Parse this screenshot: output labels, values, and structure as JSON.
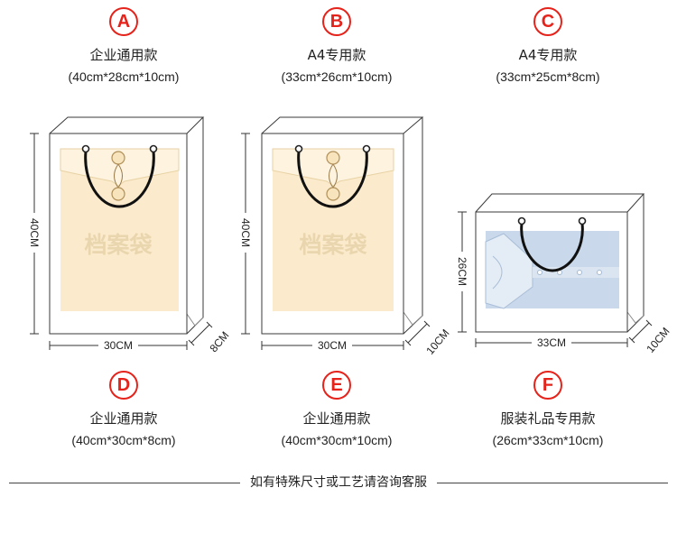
{
  "specs_top": [
    {
      "letter": "A",
      "name": "企业通用款",
      "size": "(40cm*28cm*10cm)"
    },
    {
      "letter": "B",
      "name": "A4专用款",
      "size": "(33cm*26cm*10cm)"
    },
    {
      "letter": "C",
      "name": "A4专用款",
      "size": "(33cm*25cm*8cm)"
    }
  ],
  "bags": [
    {
      "print_text": "档案袋",
      "height_label": "40CM",
      "width_label": "30CM",
      "depth_label": "8CM"
    },
    {
      "print_text": "档案袋",
      "height_label": "40CM",
      "width_label": "30CM",
      "depth_label": "10CM"
    },
    {
      "height_label": "26CM",
      "width_label": "33CM",
      "depth_label": "10CM"
    }
  ],
  "specs_bottom": [
    {
      "letter": "D",
      "name": "企业通用款",
      "size": "(40cm*30cm*8cm)"
    },
    {
      "letter": "E",
      "name": "企业通用款",
      "size": "(40cm*30cm*10cm)"
    },
    {
      "letter": "F",
      "name": "服装礼品专用款",
      "size": "(26cm*33cm*10cm)"
    }
  ],
  "footer_note": "如有特殊尺寸或工艺请咨询客服",
  "colors": {
    "accent": "#e5231b",
    "text": "#222222",
    "outline": "#3a3a3a",
    "folder": "#fbebcc",
    "folder_text": "#ead6ae",
    "shirt": "#c9d8ea",
    "rope": "#111111"
  }
}
